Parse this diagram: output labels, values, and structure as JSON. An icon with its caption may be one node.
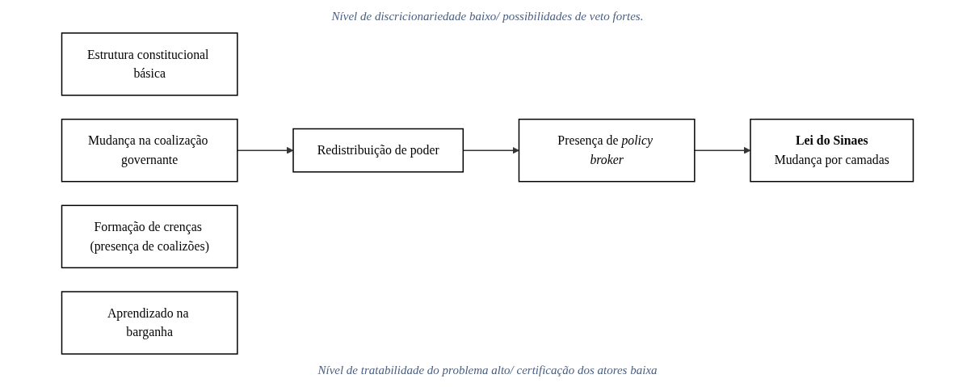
{
  "diagram": {
    "nodes": [
      {
        "text": [
          "Estrutura constitucional básica"
        ]
      },
      {
        "text": [
          "Mudança na coalização governante"
        ]
      },
      {
        "text": [
          "Redistribuição de poder"
        ]
      },
      {
        "text": [
          "Formação de crenças (presença de coalizões)"
        ]
      },
      {
        "text": [
          "Presença de *policy broker*"
        ]
      },
      {
        "text": [
          "Aprendizado na barganha"
        ]
      },
      {
        "text": [
          "Lei do Sinaes",
          "Mudança por camadas"
        ]
      }
    ],
    "edges": [
      {
        "from": 1,
        "to": 2,
        "arrow": "to"
      },
      {
        "from": 2,
        "to": 4,
        "arrow": "to"
      },
      {
        "from": 4,
        "to": 6,
        "arrow": "to"
      }
    ],
    "labels": [
      "Nível de discricionariedade baixo/ possibilidades de veto fortes.",
      "Nível de tratabilidade do problema alto/ certificação dos atores baixa"
    ]
  }
}
